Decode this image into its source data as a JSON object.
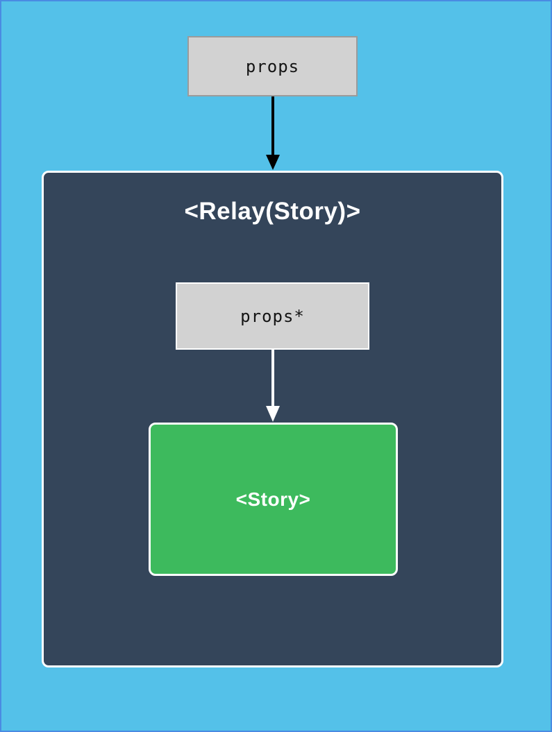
{
  "canvas": {
    "background_color": "#54c1e9",
    "border_color": "#4a8be2"
  },
  "props_box": {
    "label": "props",
    "fill_color": "#d2d2d2",
    "border_color": "#9b9b9b"
  },
  "arrow_props_to_relay": {
    "name": "arrow-down",
    "color": "#000000"
  },
  "relay_box": {
    "title": "<Relay(Story)>",
    "fill_color": "#34455a",
    "border_color": "#ffffff"
  },
  "props_star_box": {
    "label": "props*",
    "fill_color": "#d2d2d2",
    "border_color": "#ffffff"
  },
  "arrow_props_star_to_story": {
    "name": "arrow-down",
    "color": "#ffffff"
  },
  "story_box": {
    "label": "<Story>",
    "fill_color": "#3dba5d",
    "border_color": "#ffffff"
  }
}
